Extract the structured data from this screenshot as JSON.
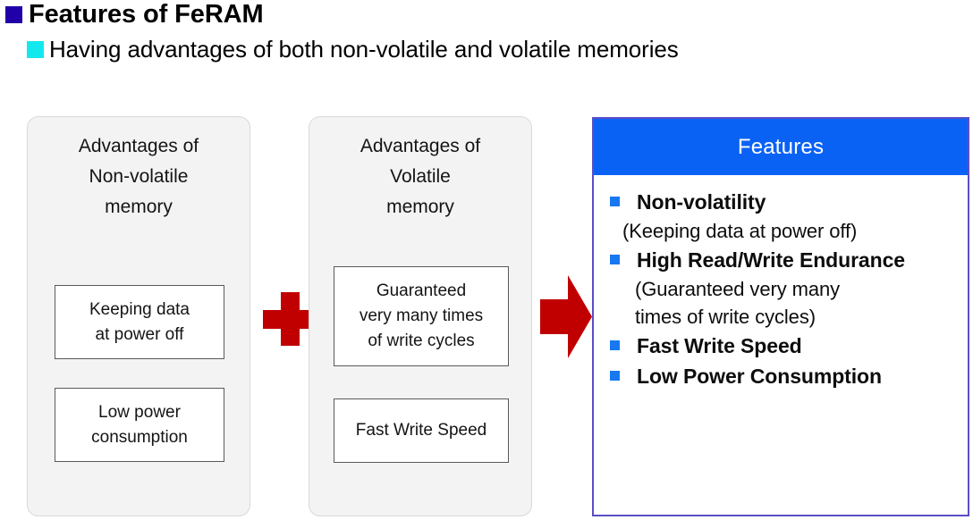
{
  "slide": {
    "heading": {
      "title": "Features of FeRAM",
      "title_bullet_icon": "square-bullet-dark-blue",
      "subtitle": "Having advantages of both non-volatile and volatile memories",
      "subtitle_bullet_icon": "square-bullet-cyan",
      "title_bullet_color": "#2200a8",
      "subtitle_bullet_color": "#13e8ee"
    },
    "panels": [
      {
        "id": "non-volatile",
        "title": "Advantages of\nNon-volatile\nmemory",
        "title_lines": [
          "Advantages of",
          "Non-volatile",
          "memory"
        ],
        "boxes": [
          {
            "id": "keeping-data",
            "lines": [
              "Keeping data",
              "at power off"
            ]
          },
          {
            "id": "low-power",
            "lines": [
              "Low power",
              "consumption"
            ]
          }
        ]
      },
      {
        "id": "volatile",
        "title": "Advantages of\nVolatile\nmemory",
        "title_lines": [
          "Advantages of",
          "Volatile",
          "memory"
        ],
        "boxes": [
          {
            "id": "guaranteed-cycles",
            "lines": [
              "Guaranteed",
              "very many times",
              "of write cycles"
            ]
          },
          {
            "id": "fast-write-speed",
            "lines": [
              "Fast Write Speed"
            ]
          }
        ]
      }
    ],
    "connectors": {
      "plus": {
        "icon": "plus-icon",
        "color": "#c00000"
      },
      "arrow": {
        "icon": "right-arrow-icon",
        "color": "#c00000"
      }
    },
    "features": {
      "header_label": "Features",
      "header_color": "#0a62f5",
      "border_color": "#5b4fc4",
      "bullet_color": "#1878f0",
      "items": [
        {
          "label": "Non-volatility",
          "notes": [
            "(Keeping data at power off)"
          ]
        },
        {
          "label": "High Read/Write Endurance",
          "notes": [
            "(Guaranteed very many",
            "times of write cycles)"
          ]
        },
        {
          "label": "Fast Write Speed",
          "notes": []
        },
        {
          "label": "Low Power Consumption",
          "notes": []
        }
      ]
    }
  }
}
